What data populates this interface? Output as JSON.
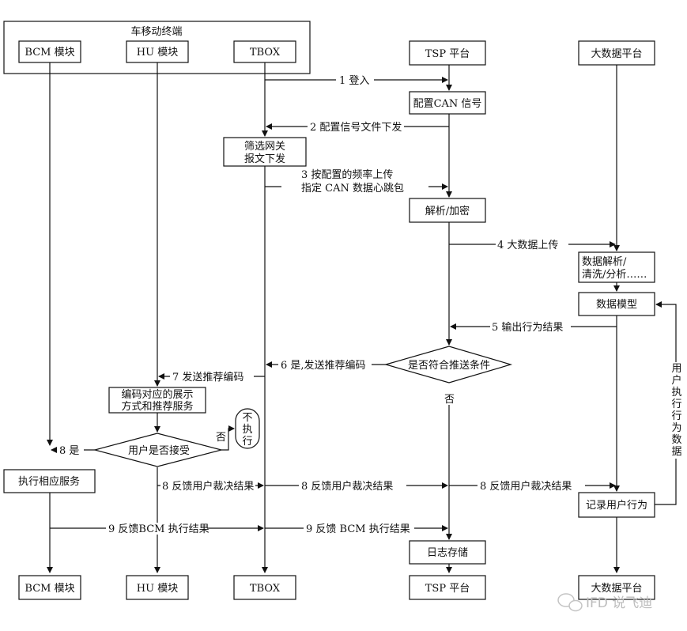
{
  "group": {
    "title": "车移动终端"
  },
  "lanes": {
    "bcm": "BCM 模块",
    "hu": "HU 模块",
    "tbox": "TBOX",
    "tsp": "TSP 平台",
    "bigdata": "大数据平台"
  },
  "boxes": {
    "config_can": "配置CAN 信号",
    "filter_line1": "筛选网关",
    "filter_line2": "报文下发",
    "parse": "解析/加密",
    "bd_parse_line1": "数据解析/",
    "bd_parse_line2": "清洗/分析……",
    "model": "数据模型",
    "display_line1": "编码对应的展示",
    "display_line2": "方式和推荐服务",
    "exec_service": "执行相应服务",
    "record": "记录用户行为",
    "log": "日志存储"
  },
  "decisions": {
    "push_condition": "是否符合推送条件",
    "user_accept": "用户是否接受"
  },
  "steps": {
    "s1": "1 登入",
    "s2": "2 配置信号文件下发",
    "s3_line1": "3 按配置的频率上传",
    "s3_line2": "指定 CAN 数据心跳包",
    "s4": "4 大数据上传",
    "s5": "5 输出行为结果",
    "s6": "6 是,发送推荐编码",
    "s7": "7 发送推荐编码",
    "s8_yes": "8 是",
    "s8_fb_hu": "8 反馈用户裁决结果",
    "s8_fb_tbox": "8 反馈用户裁决结果",
    "s8_fb_tsp": "8 反馈用户裁决结果",
    "s9_bcm": "9 反馈BCM 执行结果",
    "s9_tbox": "9 反馈 BCM 执行结果"
  },
  "labels": {
    "no_push": "否",
    "no_accept": "否",
    "not_exec": [
      "不",
      "执",
      "行"
    ],
    "user_data_vertical": [
      "用",
      "户",
      "执",
      "行",
      "行",
      "为",
      "数",
      "据"
    ]
  },
  "watermark": "IFD 说飞迪"
}
